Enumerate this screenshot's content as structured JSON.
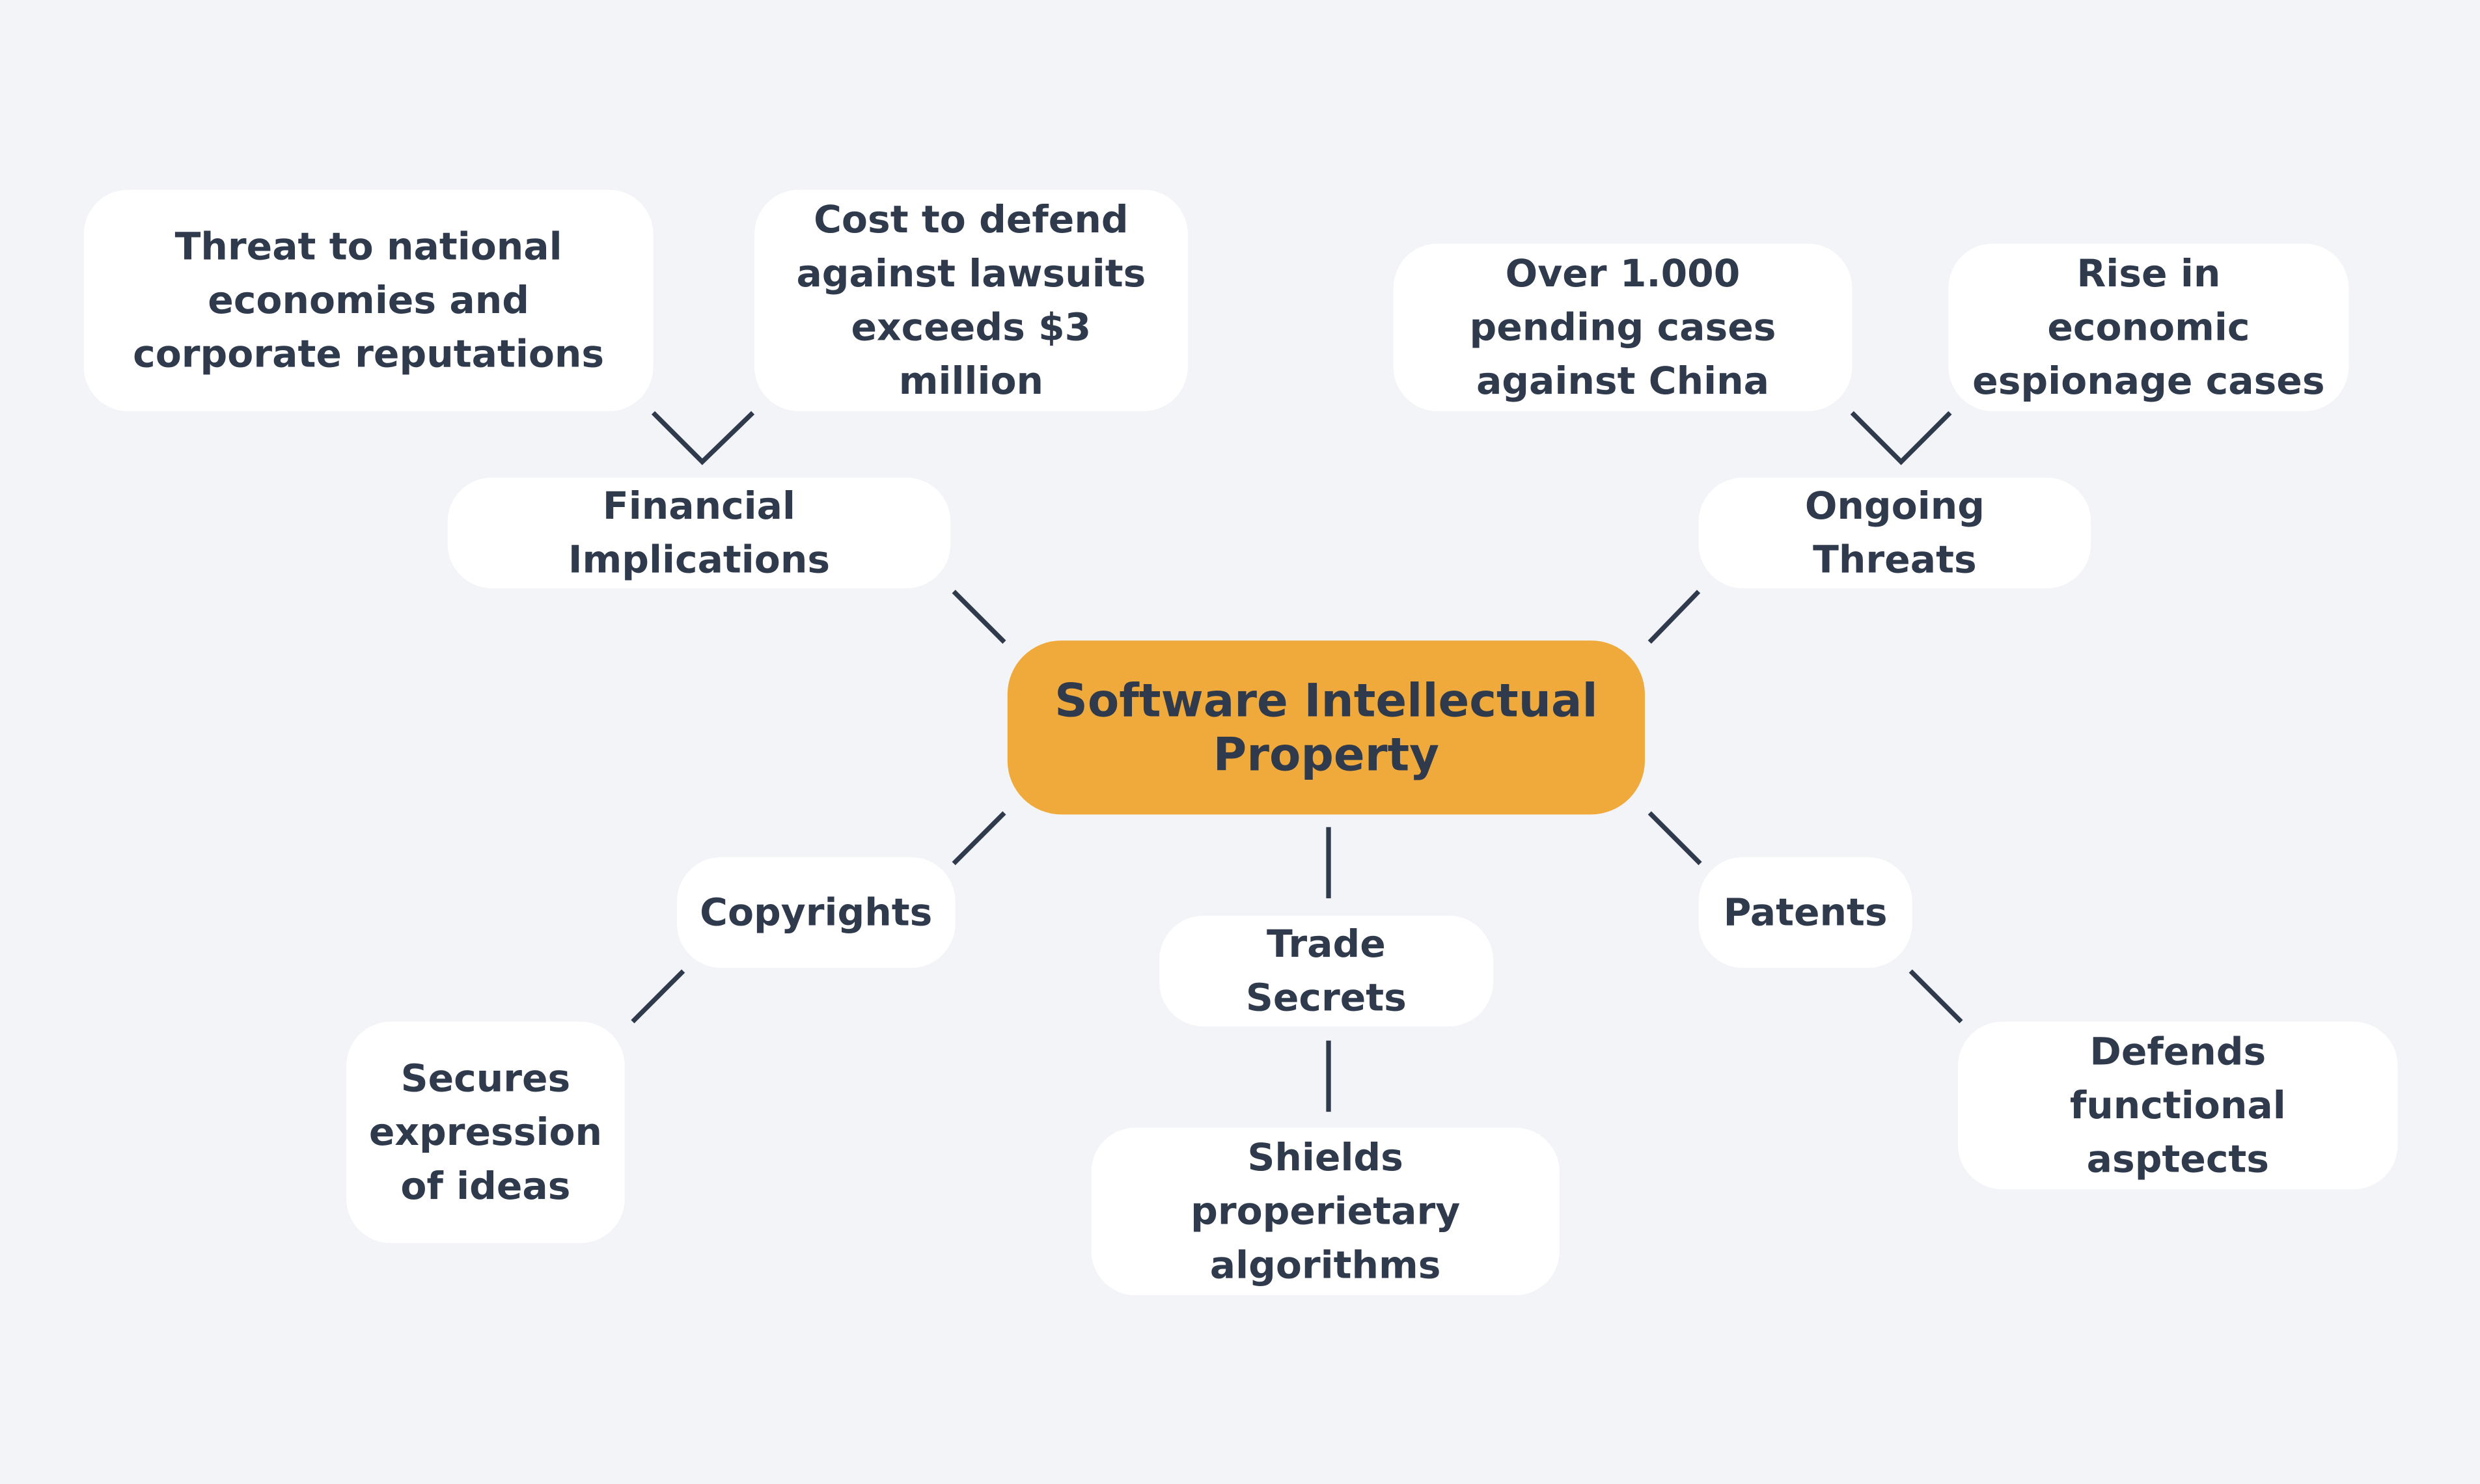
{
  "title": "Software Intellectual Property",
  "colors": {
    "background": "#f3f4f8",
    "center": "#f0aa3c",
    "node": "#ffffff",
    "text": "#2f3a4c"
  },
  "branches": {
    "financial": {
      "label": "Financial Implications",
      "children": [
        "Threat to national economies and corporate reputations",
        "Cost to defend against lawsuits exceeds $3 million"
      ]
    },
    "threats": {
      "label": "Ongoing Threats",
      "children": [
        "Over 1.000 pending cases against China",
        "Rise in economic espionage cases"
      ]
    },
    "copyrights": {
      "label": "Copyrights",
      "children": [
        "Secures expression of ideas"
      ]
    },
    "trade": {
      "label": "Trade Secrets",
      "children": [
        "Shields properietary algorithms"
      ]
    },
    "patents": {
      "label": "Patents",
      "children": [
        "Defends functional asptects"
      ]
    }
  }
}
